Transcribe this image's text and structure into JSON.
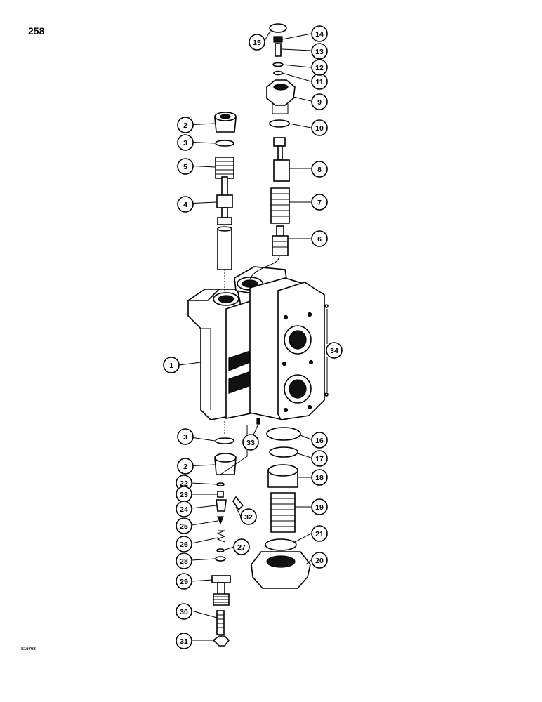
{
  "page": {
    "number": "258",
    "figure_code": "S16768"
  },
  "callouts": [
    "1",
    "2",
    "3",
    "4",
    "5",
    "6",
    "7",
    "8",
    "9",
    "10",
    "11",
    "12",
    "13",
    "14",
    "15",
    "16",
    "17",
    "18",
    "19",
    "20",
    "21",
    "22",
    "23",
    "24",
    "25",
    "26",
    "27",
    "28",
    "29",
    "30",
    "31",
    "32",
    "33",
    "34"
  ]
}
